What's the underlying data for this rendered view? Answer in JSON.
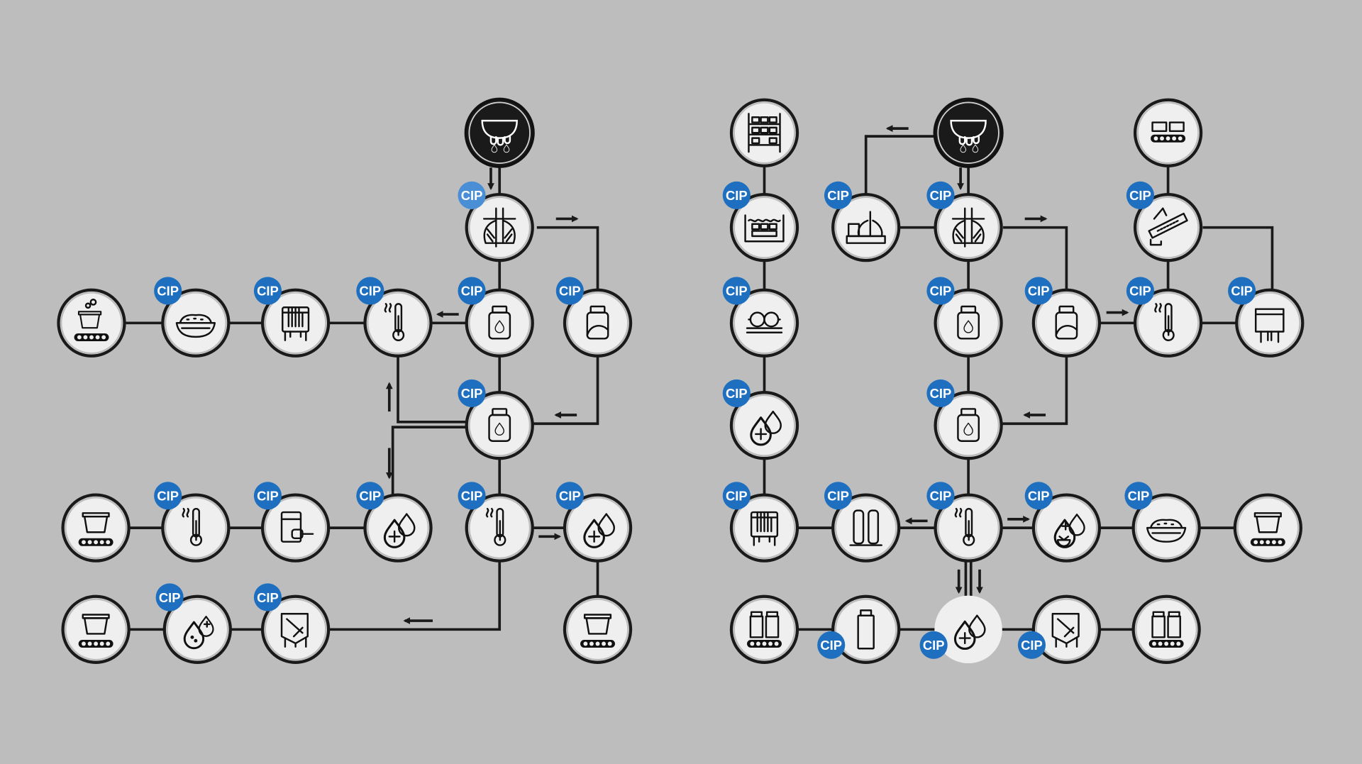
{
  "cip_label": "CIP",
  "colors": {
    "background": "#bdbdbd",
    "node_fill": "#efefef",
    "line": "#1a1a1a",
    "cip_badge": "#1e6fbf",
    "cip_badge_highlight": "#4a8fd6"
  },
  "diagrams": [
    {
      "name": "left-process",
      "nodes": [
        {
          "id": "l-milk",
          "icon": "milk-source",
          "dark": true,
          "cip": false
        },
        {
          "id": "l-sep",
          "icon": "separator",
          "cip": true
        },
        {
          "id": "l-jar1",
          "icon": "jar-drop",
          "cip": true
        },
        {
          "id": "l-jar2",
          "icon": "jar-powder",
          "cip": true
        },
        {
          "id": "l-therm1",
          "icon": "thermometer",
          "cip": true
        },
        {
          "id": "l-tank1",
          "icon": "mixing-tank",
          "cip": true
        },
        {
          "id": "l-bowl",
          "icon": "bowl",
          "cip": true
        },
        {
          "id": "l-cup1",
          "icon": "cup-bubbles-conveyor",
          "cip": false
        },
        {
          "id": "l-jar3",
          "icon": "jar-drop",
          "cip": true
        },
        {
          "id": "l-dose1",
          "icon": "drop-plus",
          "cip": true
        },
        {
          "id": "l-scoop",
          "icon": "scoop-container",
          "cip": true
        },
        {
          "id": "l-therm2",
          "icon": "thermometer",
          "cip": true
        },
        {
          "id": "l-cup2",
          "icon": "cup-conveyor",
          "cip": false
        },
        {
          "id": "l-therm3",
          "icon": "thermometer",
          "cip": true
        },
        {
          "id": "l-dose2",
          "icon": "drop-plus",
          "cip": true
        },
        {
          "id": "l-cup3",
          "icon": "cup-conveyor",
          "cip": false
        },
        {
          "id": "l-tank2",
          "icon": "stirred-tank",
          "cip": true
        },
        {
          "id": "l-fruit",
          "icon": "fruit-dose",
          "cip": true
        },
        {
          "id": "l-cup4",
          "icon": "cup-conveyor",
          "cip": false
        }
      ]
    },
    {
      "name": "right-process",
      "nodes": [
        {
          "id": "r-rack",
          "icon": "shelving",
          "cip": false
        },
        {
          "id": "r-tray",
          "icon": "tray-bath",
          "cip": true
        },
        {
          "id": "r-ball",
          "icon": "balls",
          "cip": true
        },
        {
          "id": "r-dose",
          "icon": "drop-plus",
          "cip": true
        },
        {
          "id": "r-tank",
          "icon": "mixing-tank",
          "cip": true
        },
        {
          "id": "r-bottles1",
          "icon": "bottles-conveyor",
          "cip": false
        },
        {
          "id": "r-filter",
          "icon": "filter-columns",
          "cip": true
        },
        {
          "id": "r-bottle",
          "icon": "bottle",
          "cip": true
        },
        {
          "id": "r-milk",
          "icon": "milk-source",
          "dark": true,
          "cip": false
        },
        {
          "id": "r-sep2",
          "icon": "separator-machine",
          "cip": true
        },
        {
          "id": "r-sep",
          "icon": "separator",
          "cip": true
        },
        {
          "id": "r-jar1",
          "icon": "jar-drop",
          "cip": true
        },
        {
          "id": "r-jar3",
          "icon": "jar-drop",
          "cip": true
        },
        {
          "id": "r-therm",
          "icon": "thermometer",
          "cip": true
        },
        {
          "id": "r-dose2",
          "icon": "drop-plus",
          "cip": true,
          "highlight": true
        },
        {
          "id": "r-jar2",
          "icon": "jar-powder",
          "cip": true
        },
        {
          "id": "r-fruit",
          "icon": "citrus-dose",
          "cip": true
        },
        {
          "id": "r-bowl",
          "icon": "bowl",
          "cip": true
        },
        {
          "id": "r-cup",
          "icon": "cup-conveyor",
          "cip": false
        },
        {
          "id": "r-tank2",
          "icon": "stirred-tank",
          "cip": true
        },
        {
          "id": "r-bottles2",
          "icon": "bottles-conveyor",
          "cip": false
        },
        {
          "id": "r-boxes",
          "icon": "box-conveyor",
          "cip": false
        },
        {
          "id": "r-extruder",
          "icon": "extruder",
          "cip": true
        },
        {
          "id": "r-therm2",
          "icon": "thermometer",
          "cip": true
        },
        {
          "id": "r-tank3",
          "icon": "tank",
          "cip": true
        }
      ]
    }
  ]
}
